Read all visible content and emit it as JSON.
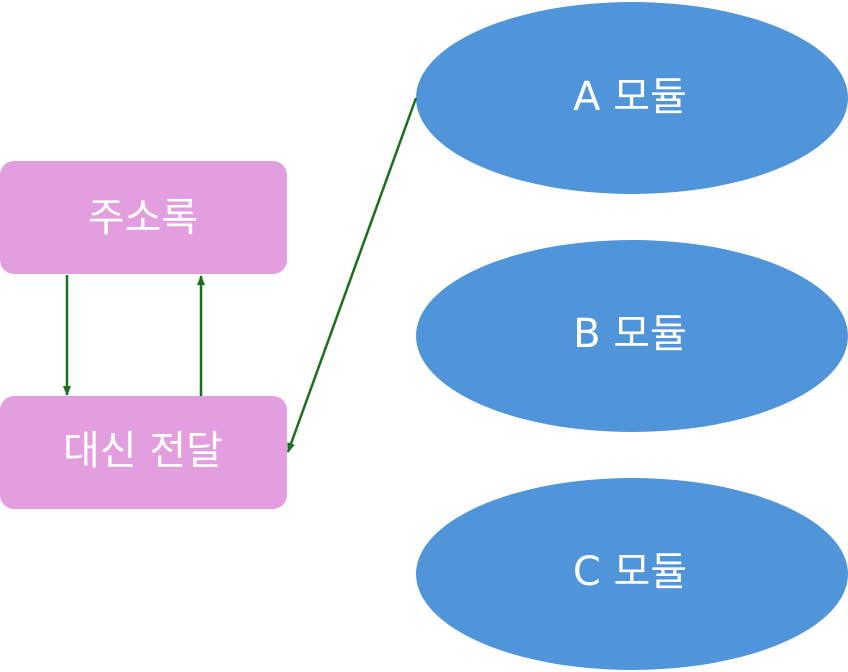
{
  "diagram": {
    "type": "flow",
    "colors": {
      "box_fill": "#e29ede",
      "ellipse_fill": "#5095d9",
      "arrow": "#1d6f1d",
      "label": "#ffffff"
    },
    "boxes": [
      {
        "id": "address-book",
        "label": "주소록"
      },
      {
        "id": "proxy",
        "label": "대신 전달"
      }
    ],
    "modules": [
      {
        "id": "module-a",
        "label": "A 모듈"
      },
      {
        "id": "module-b",
        "label": "B 모듈"
      },
      {
        "id": "module-c",
        "label": "C 모듈"
      }
    ],
    "edges": [
      {
        "from": "address-book",
        "to": "proxy"
      },
      {
        "from": "proxy",
        "to": "address-book"
      },
      {
        "from": "module-a",
        "to": "proxy"
      }
    ]
  }
}
